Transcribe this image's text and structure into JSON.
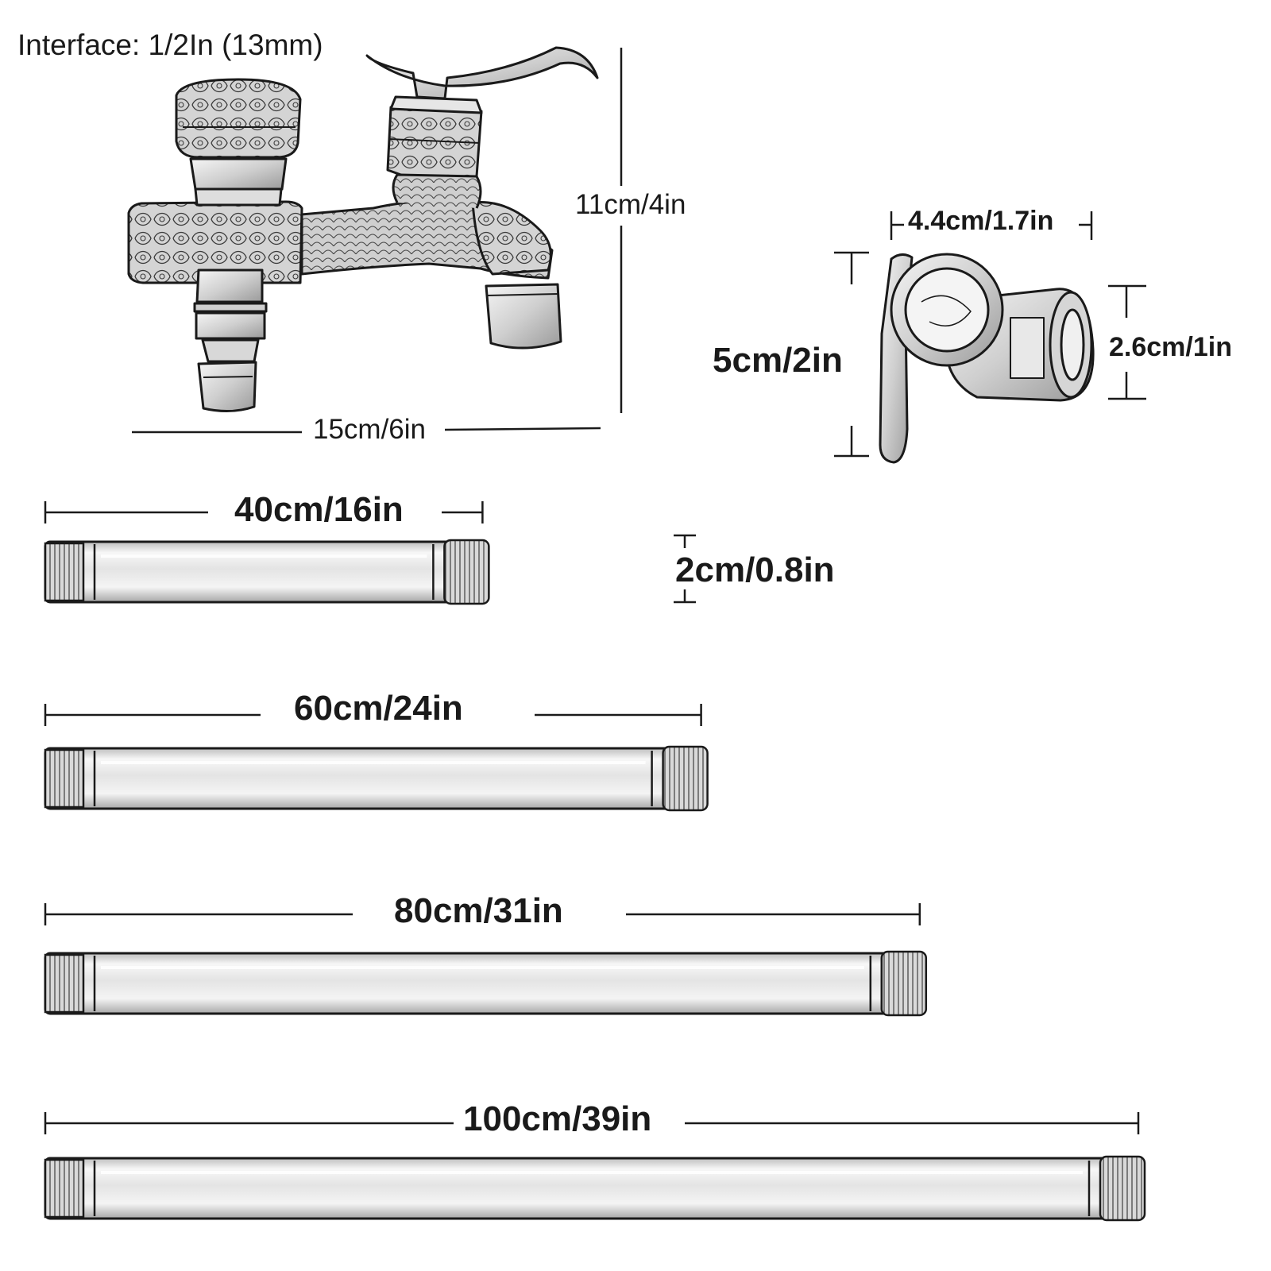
{
  "interface_label": "Interface: 1/2In (13mm)",
  "faucet": {
    "height_label": "11cm/4in",
    "width_label": "15cm/6in"
  },
  "bracket": {
    "width_label": "4.4cm/1.7in",
    "height_label": "5cm/2in",
    "outlet_label": "2.6cm/1in"
  },
  "pipes": [
    {
      "length_label": "40cm/16in",
      "length_cm": 40
    },
    {
      "length_label": "60cm/24in",
      "length_cm": 60
    },
    {
      "length_label": "80cm/31in",
      "length_cm": 80
    },
    {
      "length_label": "100cm/39in",
      "length_cm": 100
    }
  ],
  "pipe_diameter_label": "2cm/0.8in",
  "colors": {
    "line": "#1a1a1a",
    "metal_light": "#f2f2f2",
    "metal_mid": "#d6d6d6",
    "metal_dark": "#9a9a9a"
  }
}
